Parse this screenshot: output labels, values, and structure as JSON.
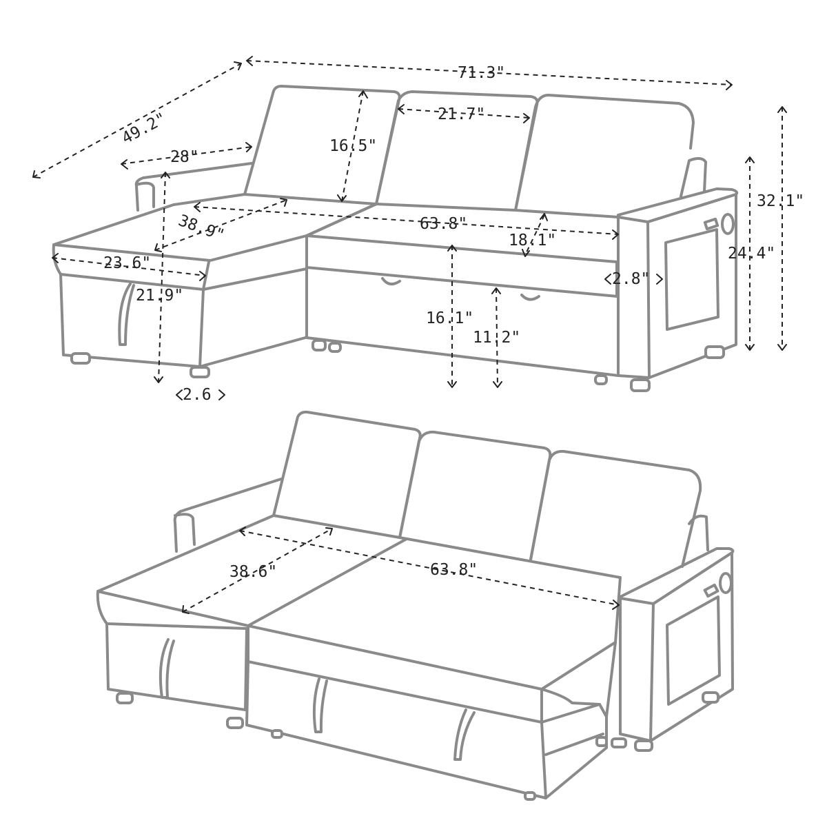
{
  "top_view": {
    "dimensions": {
      "overall_width": "71.3\"",
      "overall_depth": "49.2\"",
      "chaise_arm_length": "28\"",
      "back_cushion_height": "16.5\"",
      "back_cushion_width": "21.7\"",
      "chaise_depth": "38.9\"",
      "seat_width": "63.8\"",
      "seat_depth": "18.1\"",
      "chaise_width": "23.6\"",
      "chaise_seat_height": "21.9\"",
      "leg_height": "2.6\"",
      "arm_width": "2.8\"",
      "seat_height": "16.1\"",
      "storage_height": "11.2\"",
      "arm_height": "24.4\"",
      "overall_height": "32.1\""
    },
    "labels": {
      "overall_width": "71.3\"",
      "overall_depth": "49.2\"",
      "chaise_arm_length": "28\"",
      "back_cushion_height": "16.5\"",
      "back_cushion_width": "21.7\"",
      "chaise_depth": "38.9\"",
      "seat_width": "63.8\"",
      "seat_depth": "18.1\"",
      "chaise_width": "23.6\"",
      "chaise_seat_height": "21.9\"",
      "leg_height": "2.6",
      "arm_width": "2.8\"",
      "seat_height": "16.1\"",
      "storage_height": "11.2\"",
      "arm_height": "24.4\"",
      "overall_height": "32.1\""
    }
  },
  "bed_view": {
    "dimensions": {
      "bed_depth": "38.6\"",
      "bed_width": "63.8\""
    }
  },
  "colors": {
    "outline": "#8a8a8a",
    "dimension_line": "#222222",
    "background": "#ffffff"
  }
}
